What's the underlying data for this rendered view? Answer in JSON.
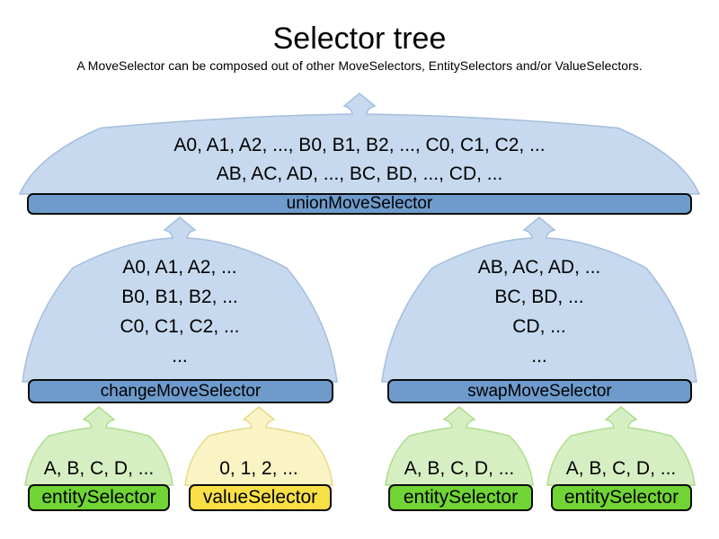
{
  "header": {
    "title": "Selector tree",
    "subtitle": "A MoveSelector can be composed out of other MoveSelectors, EntitySelectors and/or ValueSelectors."
  },
  "colors": {
    "move_fill": "#c6d9ee",
    "move_stroke": "#a6bedd",
    "move_bar": "#6e9bcc",
    "entity_fill": "#d6efc2",
    "entity_stroke": "#aedc8c",
    "entity_bar": "#70d434",
    "value_fill": "#faf4c5",
    "value_stroke": "#e6d98a",
    "value_bar": "#f8df45"
  },
  "nodes": {
    "union": {
      "label": "unionMoveSelector",
      "lines": [
        "A0, A1, A2, ..., B0, B1, B2, ..., C0, C1, C2, ...",
        "AB, AC, AD, ..., BC, BD, ..., CD, ..."
      ]
    },
    "change": {
      "label": "changeMoveSelector",
      "lines": [
        "A0, A1, A2, ...",
        "B0, B1, B2, ...",
        "C0, C1, C2, ...",
        "..."
      ]
    },
    "swap": {
      "label": "swapMoveSelector",
      "lines": [
        "AB, AC, AD, ...",
        "BC, BD, ...",
        "CD, ...",
        "..."
      ]
    },
    "entity1": {
      "label": "entitySelector",
      "lines": [
        "A, B, C, D, ..."
      ]
    },
    "value1": {
      "label": "valueSelector",
      "lines": [
        "0, 1, 2, ..."
      ]
    },
    "entity2": {
      "label": "entitySelector",
      "lines": [
        "A, B, C, D, ..."
      ]
    },
    "entity3": {
      "label": "entitySelector",
      "lines": [
        "A, B, C, D, ..."
      ]
    }
  }
}
